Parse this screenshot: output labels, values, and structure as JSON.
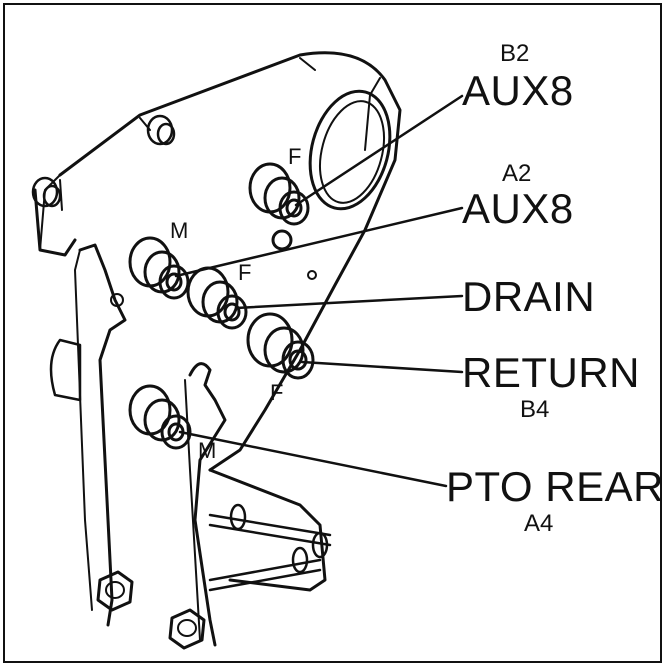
{
  "labels": {
    "aux8_top": {
      "name": "AUX8",
      "code": "B2",
      "gender": "F"
    },
    "aux8_mid": {
      "name": "AUX8",
      "code": "A2",
      "gender": "M"
    },
    "drain": {
      "name": "DRAIN",
      "gender": "F"
    },
    "return": {
      "name": "RETURN",
      "code": "B4",
      "gender": "F"
    },
    "pto_rear": {
      "name": "PTO REAR",
      "code": "A4",
      "gender": "M"
    }
  },
  "colors": {
    "ink": "#111111",
    "background": "#ffffff"
  }
}
